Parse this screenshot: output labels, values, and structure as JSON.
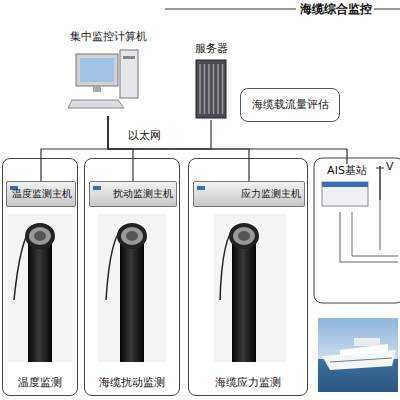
{
  "diagram": {
    "nodes": [
      {
        "text": [
          "海缆综合监控"
        ]
      },
      {
        "text": [
          "集中监控计算机"
        ],
        "in": 0
      },
      {
        "text": [
          "服务器"
        ],
        "in": 0
      },
      {
        "text": [
          "海缆载流量评估"
        ],
        "in": 0
      },
      {
        "text": [
          "温度监测"
        ],
        "in": 0
      },
      {
        "text": [
          "温度监测主机"
        ],
        "in": 4
      },
      {
        "text": [
          "海缆扰动监测"
        ],
        "in": 0
      },
      {
        "text": [
          "扰动监测主机"
        ],
        "in": 6
      },
      {
        "text": [
          "海缆应力监测"
        ],
        "in": 0
      },
      {
        "text": [
          "应力监测主机"
        ],
        "in": 8
      },
      {
        "text": [
          "AIS基站"
        ],
        "in": 0
      }
    ],
    "edges": [
      {
        "from": 1,
        "to": 2,
        "arrow": "none"
      },
      {
        "from": 1,
        "to": 5,
        "arrow": "none"
      },
      {
        "from": 1,
        "to": 7,
        "arrow": "none"
      },
      {
        "from": 1,
        "to": 9,
        "arrow": "none"
      },
      {
        "from": 1,
        "to": 10,
        "arrow": "none"
      }
    ],
    "labels": [
      "以太网",
      "V"
    ]
  }
}
